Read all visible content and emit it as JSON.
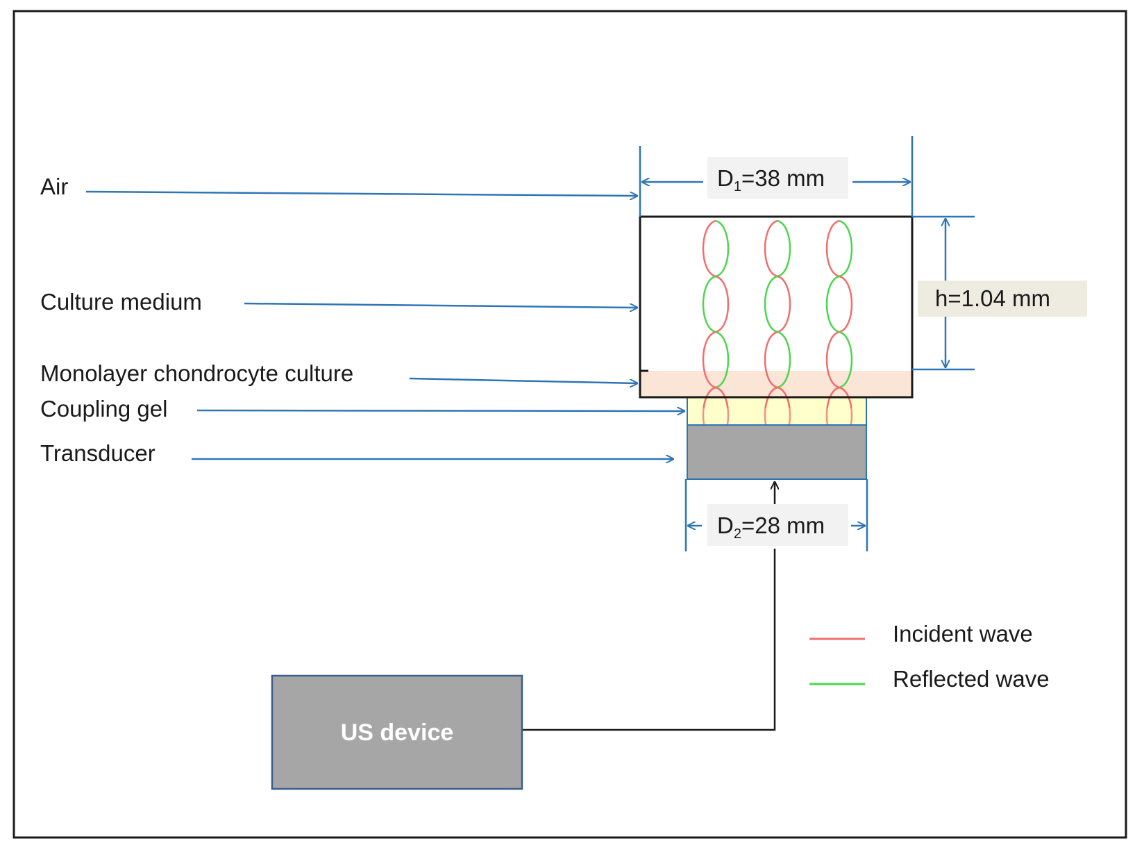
{
  "labels": {
    "air": "Air",
    "culture_medium": "Culture medium",
    "monolayer": "Monolayer chondrocyte  culture",
    "coupling_gel": "Coupling gel",
    "transducer": "Transducer"
  },
  "dimensions": {
    "d1": {
      "symbol": "D",
      "subscript": "1",
      "value": "=38 mm"
    },
    "d2": {
      "symbol": "D",
      "subscript": "2",
      "value": "=28 mm"
    },
    "h": "h=1.04 mm"
  },
  "legend": {
    "incident": "Incident wave",
    "reflected": "Reflected wave"
  },
  "device": {
    "label": "US device"
  },
  "colors": {
    "arrow": "#2e75b6",
    "incident": "#f26d6d",
    "reflected": "#4cd64c",
    "transducer": "#a6a6a6",
    "device": "#a6a6a6",
    "device_border": "#3a5f8a",
    "monolayer": "#fbe5d6",
    "gel": "#ffffcc",
    "label_bg": "#f2f2f2"
  }
}
